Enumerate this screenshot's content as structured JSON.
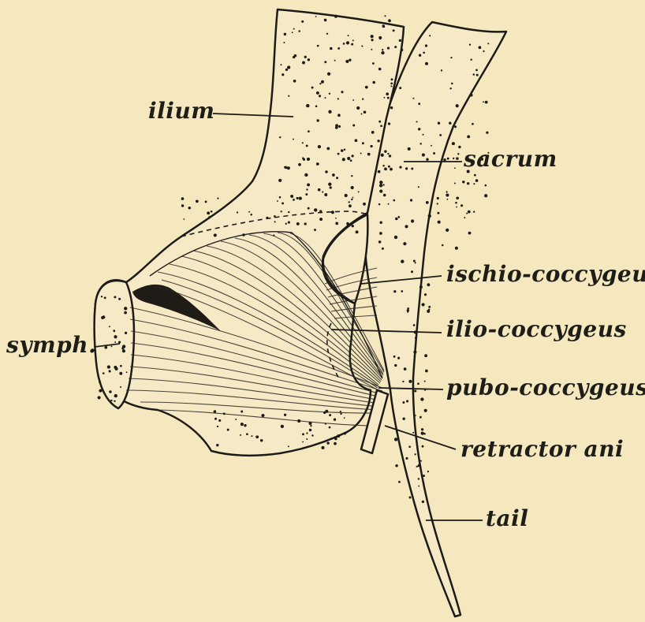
{
  "labels": {
    "ilium": "ilium",
    "sacrum": "sacrum",
    "ischio_coccygeus": "ischio-coccygeus",
    "ilio_coccygeus": "ilio-coccygeus",
    "symph": "symph.",
    "pubo_coccygeus": "pubo-coccygeus",
    "retractor_ani": "retractor ani",
    "tail": "tail"
  },
  "colors": {
    "background": "#f5e8bf",
    "ink": "#1d1b17"
  }
}
